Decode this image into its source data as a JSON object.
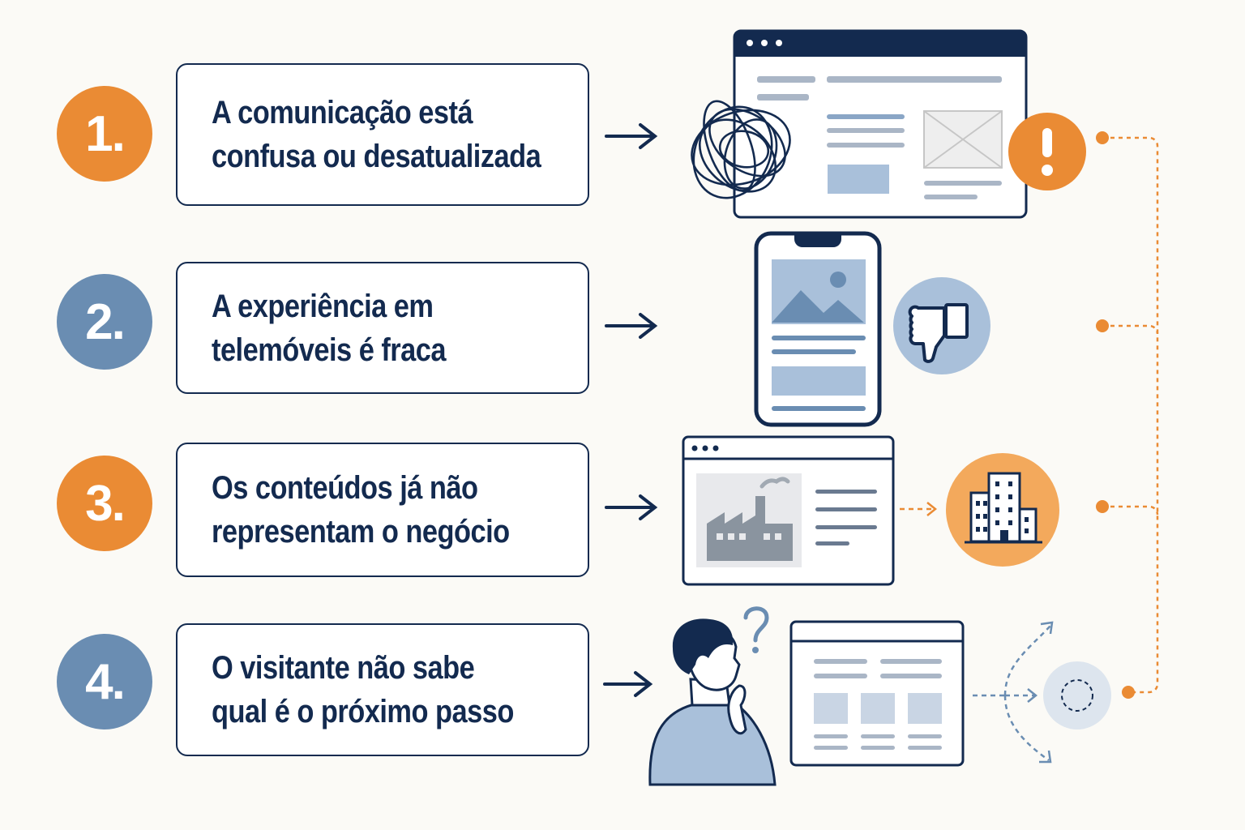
{
  "steps": [
    {
      "number": "1.",
      "line1": "A comunicação está",
      "line2": "confusa ou desatualizada",
      "badge_color": "#ea8b34"
    },
    {
      "number": "2.",
      "line1": "A experiência em",
      "line2": "telemóveis é fraca",
      "badge_color": "#6a8db2"
    },
    {
      "number": "3.",
      "line1": "Os conteúdos já não",
      "line2": "representam o negócio",
      "badge_color": "#ea8b34"
    },
    {
      "number": "4.",
      "line1": "O visitante não sabe",
      "line2": "qual é o próximo passo",
      "badge_color": "#6a8db2"
    }
  ],
  "icons": {
    "step1": [
      "tangled-scribble-icon",
      "browser-window-icon",
      "exclamation-icon"
    ],
    "step2": [
      "smartphone-icon",
      "thumbs-down-icon"
    ],
    "step3": [
      "browser-window-icon",
      "factory-icon",
      "office-building-icon"
    ],
    "step4": [
      "confused-person-icon",
      "question-mark-icon",
      "browser-window-icon",
      "branching-arrows-icon",
      "dashed-target-icon"
    ]
  },
  "colors": {
    "navy": "#132a4f",
    "orange": "#ea8b34",
    "steel_blue": "#6a8db2",
    "light_blue": "#a9c0da",
    "background": "#fbfaf6"
  }
}
